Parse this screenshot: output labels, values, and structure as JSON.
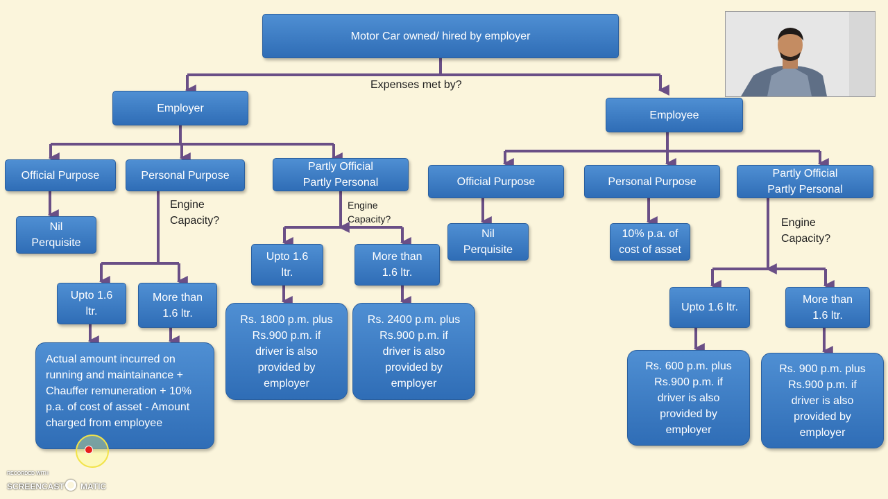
{
  "root": "Motor Car owned/ hired by employer",
  "question": "Expenses met by?",
  "employer": {
    "label": "Employer",
    "official": "Official Purpose",
    "official_result": "Nil\nPerquisite",
    "personal": "Personal Purpose",
    "personal_question": "Engine\nCapacity?",
    "personal_upto": "Upto 1.6\nltr.",
    "personal_more": "More than\n1.6 ltr.",
    "personal_result": "Actual amount incurred on running and maintainance + Chauffer remuneration + 10% p.a. of cost of asset - Amount charged from employee",
    "partly": "Partly Official\nPartly Personal",
    "partly_question": "Engine\nCapacity?",
    "partly_upto": "Upto 1.6\nltr.",
    "partly_more": "More than\n1.6 ltr.",
    "partly_upto_result": "Rs. 1800 p.m. plus\nRs.900 p.m. if\ndriver is also\nprovided by\nemployer",
    "partly_more_result": "Rs. 2400 p.m. plus\nRs.900 p.m. if\ndriver is also\nprovided by\nemployer"
  },
  "employee": {
    "label": "Employee",
    "official": "Official Purpose",
    "official_result": "Nil\nPerquisite",
    "personal": "Personal Purpose",
    "personal_result": "10% p.a. of\ncost of asset",
    "partly": "Partly Official\nPartly Personal",
    "partly_question": "Engine\nCapacity?",
    "partly_upto": "Upto 1.6 ltr.",
    "partly_more": "More than\n1.6 ltr.",
    "partly_upto_result": "Rs. 600 p.m. plus\nRs.900 p.m. if\ndriver is also\nprovided by\nemployer",
    "partly_more_result": "Rs. 900 p.m. plus\nRs.900 p.m. if\ndriver is also\nprovided by\nemployer"
  },
  "watermark": {
    "line1": "RECORDED WITH",
    "line2": "SCREENCAST",
    "line3": "MATIC"
  },
  "colors": {
    "box": "#3a7cc4",
    "connector": "#6a4f86",
    "background": "#fbf5dc"
  }
}
